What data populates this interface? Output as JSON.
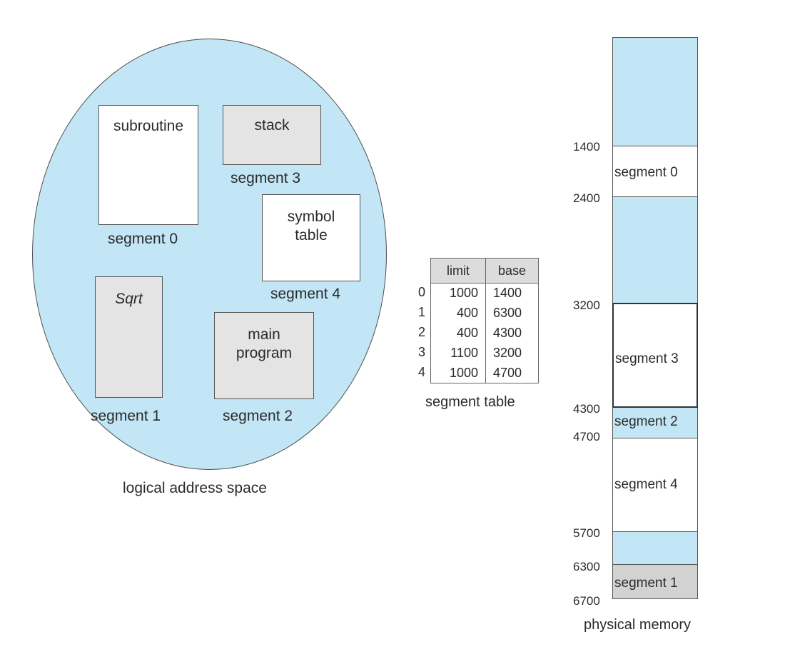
{
  "logical": {
    "title": "logical address space",
    "subroutine": "subroutine",
    "stack": "stack",
    "symbol_line1": "symbol",
    "symbol_line2": "table",
    "sqrt": "Sqrt",
    "main_line1": "main",
    "main_line2": "program",
    "seg0_label": "segment 0",
    "seg1_label": "segment 1",
    "seg2_label": "segment 2",
    "seg3_label": "segment 3",
    "seg4_label": "segment 4"
  },
  "segment_table": {
    "caption": "segment table",
    "headers": [
      "limit",
      "base"
    ],
    "rows": [
      {
        "index": "0",
        "limit": "1000",
        "base": "1400"
      },
      {
        "index": "1",
        "limit": "400",
        "base": "6300"
      },
      {
        "index": "2",
        "limit": "400",
        "base": "4300"
      },
      {
        "index": "3",
        "limit": "1100",
        "base": "3200"
      },
      {
        "index": "4",
        "limit": "1000",
        "base": "4700"
      }
    ]
  },
  "physical": {
    "caption": "physical memory",
    "addresses": [
      "1400",
      "2400",
      "3200",
      "4300",
      "4700",
      "5700",
      "6300",
      "6700"
    ],
    "blocks": [
      {
        "label": ""
      },
      {
        "label": "segment 0"
      },
      {
        "label": ""
      },
      {
        "label": "segment 3"
      },
      {
        "label": "segment 2"
      },
      {
        "label": "segment 4"
      },
      {
        "label": ""
      },
      {
        "label": "segment 1"
      }
    ]
  },
  "colors": {
    "free_memory": "#c2e6f5",
    "segment_gray": "#e4e4e4",
    "outline": "#555555"
  }
}
